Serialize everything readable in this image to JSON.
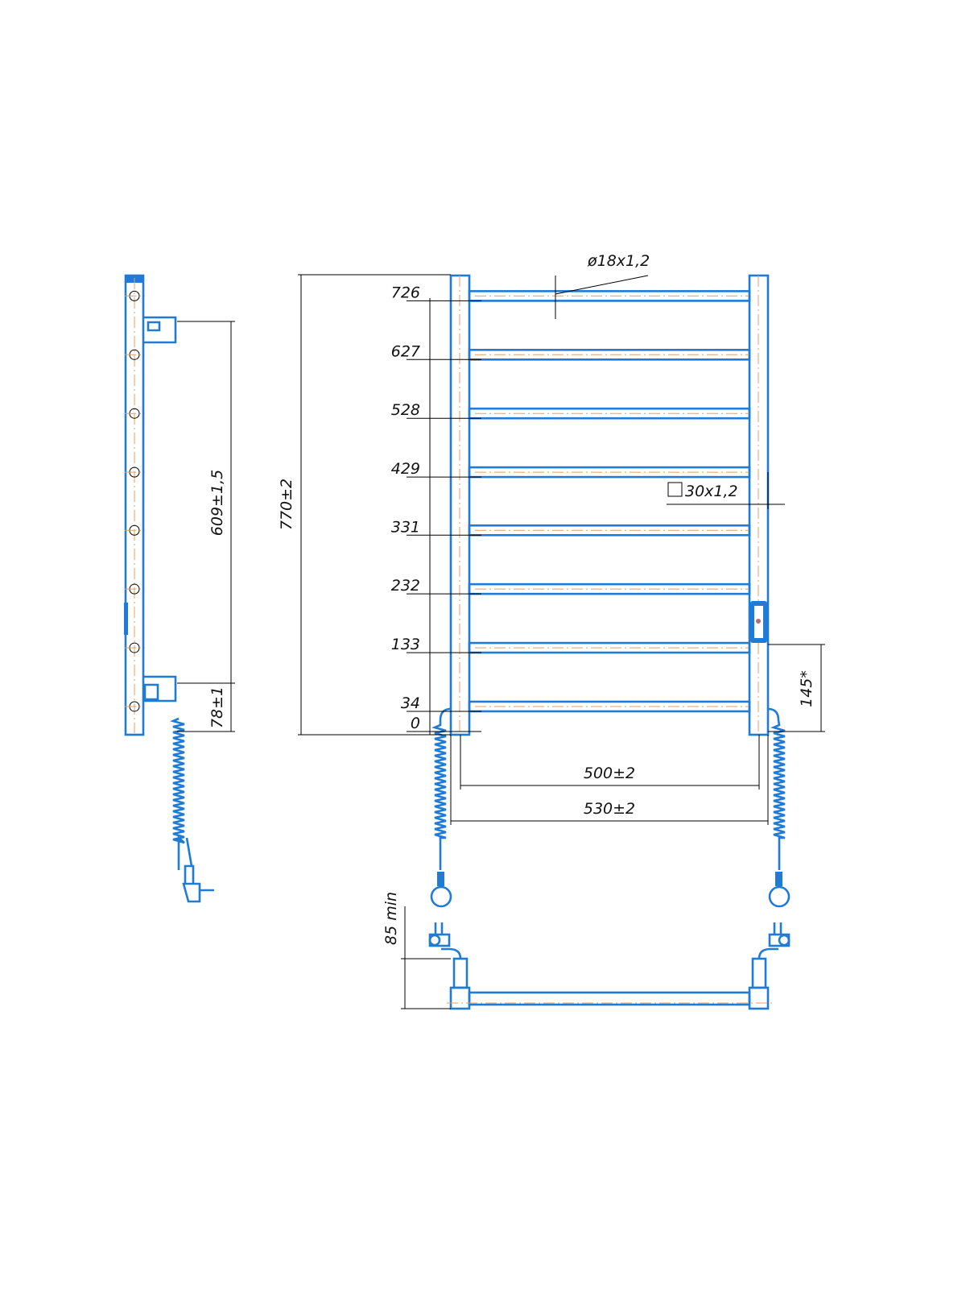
{
  "title": "Heated towel rail drawing",
  "bar_heights": [
    "726",
    "627",
    "528",
    "429",
    "331",
    "232",
    "133",
    "34",
    "0"
  ],
  "dims": {
    "tube": "ø18x1,2",
    "square_tube": "30x1,2",
    "overall_height": "770±2",
    "mount_spacing": "609±1,5",
    "bottom_mount": "78±1",
    "inner_width": "500±2",
    "outer_width": "530±2",
    "heater_offset": "145*",
    "plug_clearance": "85 min"
  },
  "colors": {
    "outline": "#1f7bd6",
    "centerline": "#e0a060",
    "dimension": "#000000"
  }
}
